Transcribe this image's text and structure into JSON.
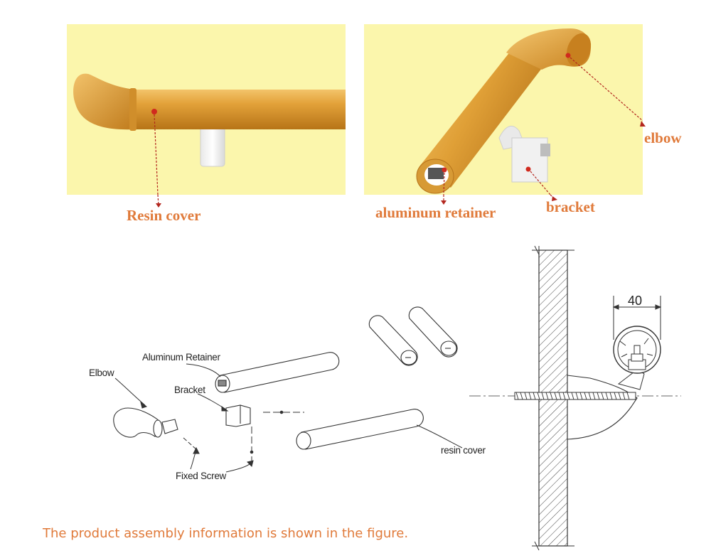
{
  "callouts": {
    "resin_cover": "Resin cover",
    "aluminum_retainer": "aluminum retainer",
    "bracket": "bracket",
    "elbow": "elbow"
  },
  "diagram_labels": {
    "aluminum_retainer": "Aluminum Retainer",
    "elbow": "Elbow",
    "bracket": "Bracket",
    "fixed_screw": "Fixed  Screw",
    "resin_cover": "resin cover"
  },
  "dimension": "40",
  "caption": "The product assembly information is shown in the figure.",
  "colors": {
    "panel_background": "#fbf6ac",
    "rail": "#e2a238",
    "callout_text": "#e07a3a",
    "marker": "#d02a1e"
  }
}
